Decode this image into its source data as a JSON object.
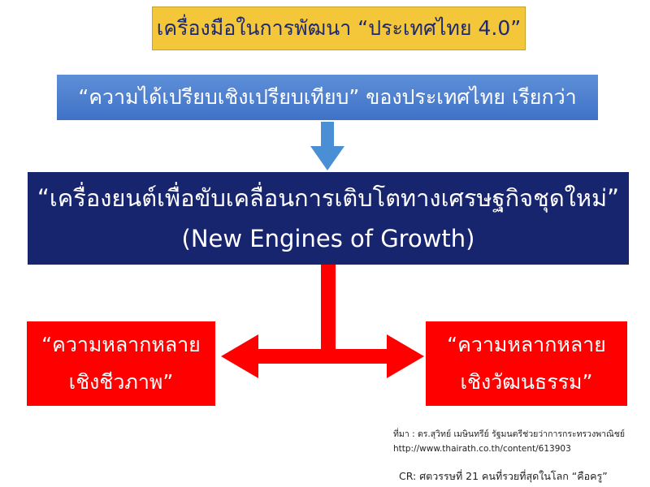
{
  "title": "เครื่องมือในการพัฒนา “ประเทศไทย 4.0”",
  "comparative_advantage": "“ความได้เปรียบเชิงเปรียบเทียบ” ของประเทศไทย เรียกว่า",
  "engines": {
    "thai": "“เครื่องยนต์เพื่อขับเคลื่อนการเติบโตทางเศรษฐกิจชุดใหม่”",
    "english": "(New Engines of Growth)"
  },
  "left_box": {
    "line1": "“ความหลากหลาย",
    "line2": "เชิงชีวภาพ”"
  },
  "right_box": {
    "line1": "“ความหลากหลาย",
    "line2": "เชิงวัฒนธรรม”"
  },
  "credits": {
    "source": "ที่มา : ดร.สุวิทย์ เมษินทรีย์ รัฐมนตรีช่วยว่าการกระทรวงพาณิชย์",
    "url": "http://www.thairath.co.th/content/613903",
    "cr": "CR: ศตวรรษที่ 21 คนที่รวยที่สุดในโลก “คือครู”"
  },
  "colors": {
    "title_bg": "#f4c63a",
    "blue_bg": "#4a7fd0",
    "navy_bg": "#17246e",
    "red_bg": "#ff0000",
    "arrow_blue": "#4a8fd6",
    "arrow_red": "#ff0000"
  }
}
